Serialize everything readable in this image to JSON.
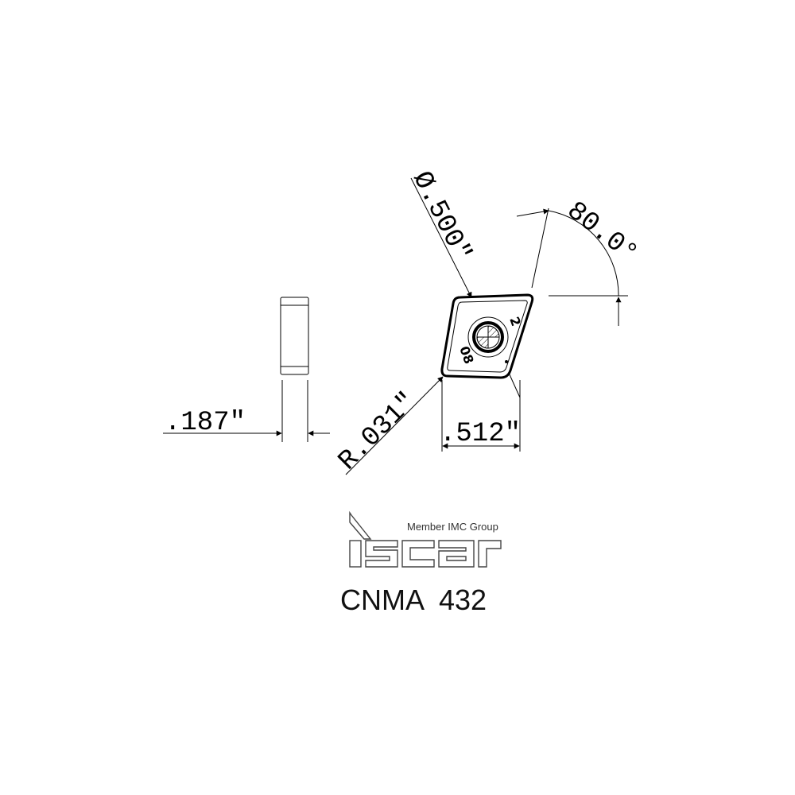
{
  "dimensions": {
    "thickness": ".187\"",
    "inscribed_circle": "Ø.500\"",
    "included_angle": "80.0°",
    "corner_radius": "R.031\"",
    "edge_length": ".512\""
  },
  "insert_marks": {
    "grade_mark": "2",
    "code_mark": "08"
  },
  "logo": {
    "brand": "iscar",
    "tagline": "Member IMC Group"
  },
  "model": "CNMA  432",
  "colors": {
    "line": "#000000",
    "logo": "#444444",
    "background": "#ffffff"
  },
  "icons": {
    "hole": "center-hole-icon",
    "arrow": "dimension-arrow-icon"
  }
}
